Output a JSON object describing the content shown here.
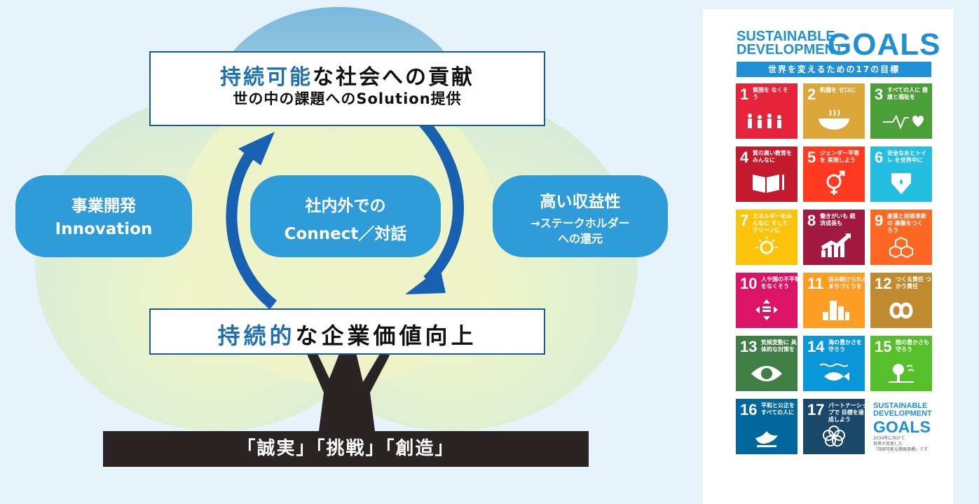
{
  "diagram": {
    "top_box": {
      "title_highlight": "持続可能",
      "title_rest": "な社会への貢献",
      "subtitle": "世の中の課題へのSolution提供"
    },
    "bottom_box": {
      "title_highlight": "持続的",
      "title_rest": "な企業価値向上"
    },
    "pill_left": {
      "line1": "事業開発",
      "line2": "Innovation"
    },
    "pill_center": {
      "line1": "社内外での",
      "line2": "Connect／対話"
    },
    "pill_right": {
      "line1": "高い収益性",
      "line2": "→ステークホルダー",
      "line3": "への還元"
    },
    "ground_text": "「誠実」「挑戦」「創造」",
    "colors": {
      "box_border": "#1a5a9c",
      "highlight": "#1f6fb5",
      "pill": "#2d9cd8",
      "arrow": "#1761b0",
      "ground": "#2b2424"
    }
  },
  "sdg_poster": {
    "header_line1": "SUSTAINABLE",
    "header_line2": "DEVELOPMENT",
    "header_big": "GOALS",
    "banner": "世界を変えるための17の目標",
    "goals": [
      {
        "num": "1",
        "label": "貧困を なくそう",
        "color": "#e5243b",
        "icon": "family-icon"
      },
      {
        "num": "2",
        "label": "飢餓を ゼロに",
        "color": "#dda63a",
        "icon": "bowl-icon"
      },
      {
        "num": "3",
        "label": "すべての人に 健康と福祉を",
        "color": "#4c9f38",
        "icon": "heartbeat-icon"
      },
      {
        "num": "4",
        "label": "質の高い教育を みんなに",
        "color": "#c5192d",
        "icon": "book-icon"
      },
      {
        "num": "5",
        "label": "ジェンダー平等を 実現しよう",
        "color": "#ff3a21",
        "icon": "gender-icon"
      },
      {
        "num": "6",
        "label": "安全な水とトイレ を世界中に",
        "color": "#26bde2",
        "icon": "water-icon"
      },
      {
        "num": "7",
        "label": "エネルギーをみんなに そしてクリーンに",
        "color": "#fcc30b",
        "icon": "sun-power-icon"
      },
      {
        "num": "8",
        "label": "働きがいも 経済成長も",
        "color": "#a21942",
        "icon": "growth-chart-icon"
      },
      {
        "num": "9",
        "label": "産業と技術革新の 基盤をつくろう",
        "color": "#fd6925",
        "icon": "cubes-icon"
      },
      {
        "num": "10",
        "label": "人や国の不平等 をなくそう",
        "color": "#dd1367",
        "icon": "equality-icon"
      },
      {
        "num": "11",
        "label": "住み続けられる まちづくりを",
        "color": "#fd9d24",
        "icon": "city-icon"
      },
      {
        "num": "12",
        "label": "つくる責任 つかう責任",
        "color": "#bf8b2e",
        "icon": "infinity-icon"
      },
      {
        "num": "13",
        "label": "気候変動に 具体的な対策を",
        "color": "#3f7e44",
        "icon": "eye-earth-icon"
      },
      {
        "num": "14",
        "label": "海の豊かさを 守ろう",
        "color": "#0a97d9",
        "icon": "fish-icon"
      },
      {
        "num": "15",
        "label": "陸の豊かさも 守ろう",
        "color": "#56c02b",
        "icon": "tree-icon"
      },
      {
        "num": "16",
        "label": "平和と公正を すべての人に",
        "color": "#00689d",
        "icon": "dove-icon"
      },
      {
        "num": "17",
        "label": "パートナーシップで 目標を達成しよう",
        "color": "#19486a",
        "icon": "rings-icon"
      }
    ],
    "final_tile": {
      "line1": "SUSTAINABLE",
      "line2": "DEVELOPMENT",
      "big": "GOALS",
      "note1": "2030年に向けて",
      "note2": "世界が合意した",
      "note3": "「持続可能な開発目標」です"
    }
  }
}
